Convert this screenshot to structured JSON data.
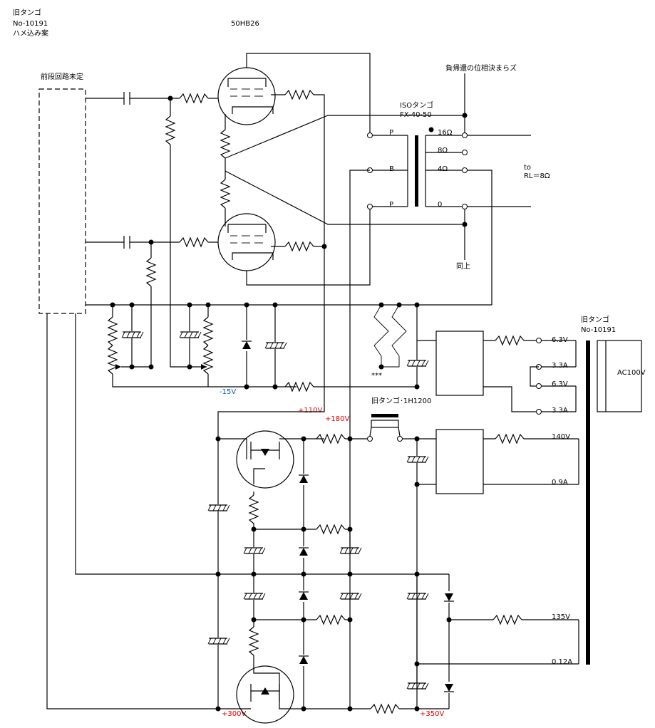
{
  "title": {
    "line1": "旧タンゴ",
    "line2": "No-10191",
    "line3": "ハメ込み案"
  },
  "tube_type": "50HB26",
  "front_stage": "前段回路未定",
  "feedback_note": "負帰還の位相決まらズ",
  "output_transformer": {
    "name": "ISOタンゴ",
    "model": "FX-40-50",
    "primary_taps": [
      "P",
      "B",
      "P"
    ],
    "secondary_taps": [
      "16Ω",
      "8Ω",
      "4Ω",
      "0"
    ]
  },
  "load": {
    "line1": "to",
    "line2": "RL＝8Ω"
  },
  "same_note": "同上",
  "heater_pot_mark": "***",
  "voltages": {
    "neg15": "-15V",
    "v110": "+110V",
    "v180": "+180V",
    "v300": "+300V",
    "v350": "+350V"
  },
  "choke": "旧タンゴ･1H1200",
  "power_transformer": {
    "name": "旧タンゴ",
    "model": "No-10191",
    "primary": "AC100V",
    "windings": [
      "6.3V",
      "3.3A",
      "6.3V",
      "3.3A",
      "140V",
      "0.9A",
      "135V",
      "0.12A"
    ]
  },
  "colors": {
    "red_label": "#e00000",
    "blue_label": "#1060c0"
  }
}
